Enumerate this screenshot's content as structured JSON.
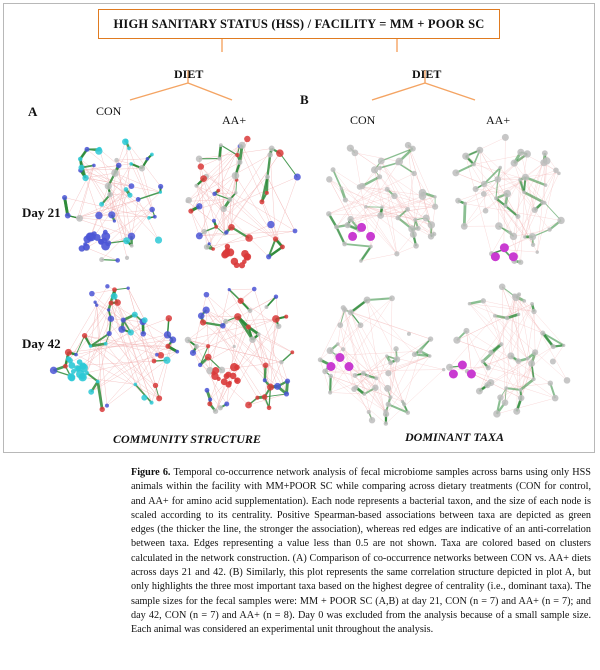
{
  "figure": {
    "title": "HIGH SANITARY STATUS (HSS) / FACILITY = MM + POOR SC",
    "panels": [
      {
        "letter": "A",
        "diet_label": "DIET",
        "groups": [
          "CON",
          "AA+"
        ],
        "footer": "COMMUNITY STRUCTURE"
      },
      {
        "letter": "B",
        "diet_label": "DIET",
        "groups": [
          "CON",
          "AA+"
        ],
        "footer": "DOMINANT TAXA"
      }
    ],
    "rows": [
      "Day 21",
      "Day 42"
    ]
  },
  "colors": {
    "title_border": "#e07b20",
    "tree_lines": "#f4a463",
    "positive_edge": "#2e8b3a",
    "negative_edge": "#f2b5b5",
    "cluster_blue": "#4b55d6",
    "cluster_cyan": "#2ec9d6",
    "cluster_red": "#d93a3a",
    "dominant_node": "#c93bd1",
    "node_gray": "#bdbdbd"
  },
  "caption": {
    "label": "Figure 6.",
    "text": " Temporal co-occurrence network analysis of fecal microbiome samples across barns using only HSS animals within the facility with MM+POOR SC while comparing across dietary treatments (CON for control, and AA+ for amino acid supplementation). Each node represents a bacterial taxon, and the size of each node is scaled according to its centrality. Positive Spearman-based associations between taxa are depicted as green edges (the thicker the line, the stronger the association), whereas red edges are indicative of an anti-correlation between taxa. Edges representing a value less than 0.5 are not shown. Taxa are colored based on clusters calculated in the network construction. (A) Comparison of co-occurrence networks between CON vs. AA+ diets across days 21 and 42. (B) Similarly, this plot represents the same correlation structure depicted in plot A, but only highlights the three most important taxa based on the highest degree of centrality (i.e., dominant taxa). The sample sizes for the fecal samples were: MM + POOR SC (A,B) at day 21, CON (n = 7) and AA+ (n = 7); and day 42, CON (n = 7) and AA+ (n = 8). Day 0 was excluded from the analysis because of a small sample size. Each animal was considered an experimental unit throughout the analysis."
  }
}
